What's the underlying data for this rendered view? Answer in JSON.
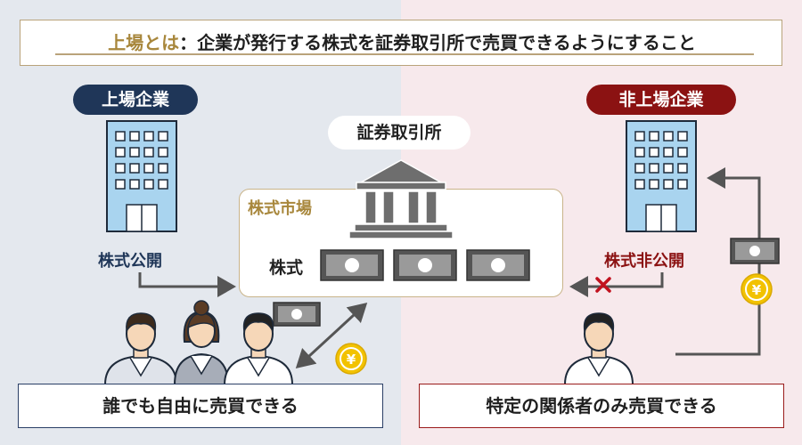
{
  "title": {
    "term": "上場とは",
    "separator": "：",
    "definition": "企業が発行する株式を証券取引所で売買できるようにすること"
  },
  "left": {
    "badge": "上場企業",
    "public_label": "株式公開",
    "bottom_text": "誰でも自由に売買できる"
  },
  "center": {
    "exchange_label": "証券取引所",
    "market_label": "株式市場",
    "stock_label": "株式"
  },
  "right": {
    "badge": "非上場企業",
    "private_label": "株式非公開",
    "bottom_text": "特定の関係者のみ売買できる"
  },
  "icons": {
    "yen_glyph": "¥"
  },
  "colors": {
    "navy": "#1f3658",
    "maroon": "#8b1212",
    "gold": "#a8873c",
    "building_blue": "#a9d4ef",
    "arrow_gray": "#555555",
    "coin": "#f2c200"
  }
}
